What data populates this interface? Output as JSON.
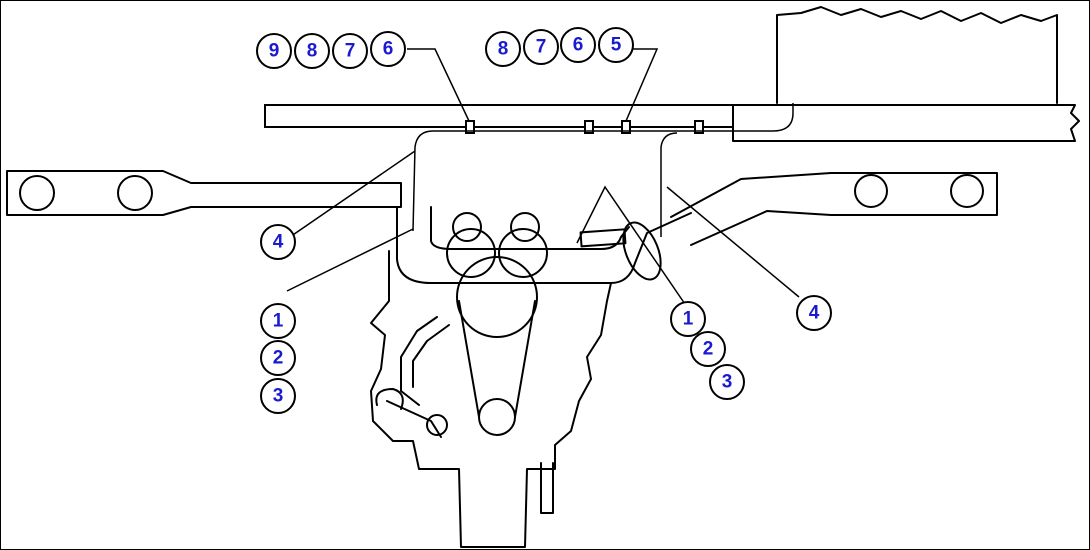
{
  "colors": {
    "callout_text": "#1a1ad0",
    "line": "#000000",
    "background": "#ffffff"
  },
  "callouts": {
    "top_left": [
      "9",
      "8",
      "7",
      "6"
    ],
    "top_center": [
      "8",
      "7",
      "6",
      "5"
    ],
    "left_hose_label": "4",
    "left_stack": [
      "1",
      "2",
      "3"
    ],
    "right_stack": [
      "1",
      "2",
      "3"
    ],
    "right_hose_label": "4"
  }
}
